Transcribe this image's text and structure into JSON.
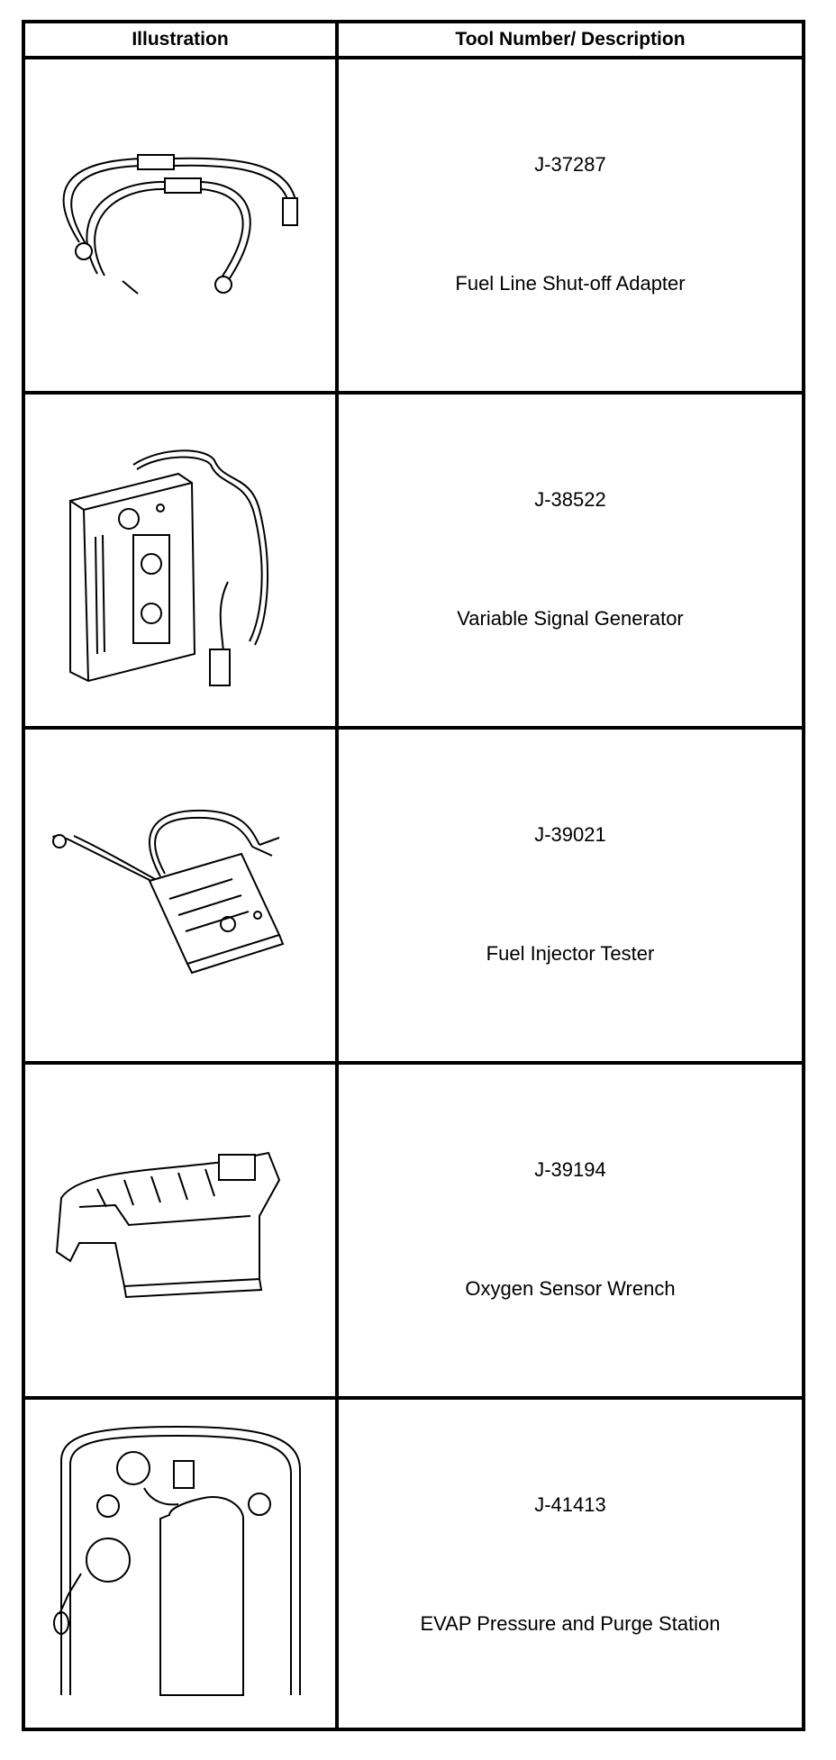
{
  "table": {
    "headers": {
      "illustration": "Illustration",
      "tool": "Tool Number/ Description"
    },
    "rows": [
      {
        "number": "J-37287",
        "description": "Fuel Line Shut-off Adapter",
        "icon": "fuel-line-adapter-icon"
      },
      {
        "number": "J-38522",
        "description": "Variable Signal Generator",
        "icon": "signal-generator-icon"
      },
      {
        "number": "J-39021",
        "description": "Fuel Injector Tester",
        "icon": "injector-tester-icon"
      },
      {
        "number": "J-39194",
        "description": "Oxygen Sensor Wrench",
        "icon": "oxygen-wrench-icon"
      },
      {
        "number": "J-41413",
        "description": "EVAP Pressure and Purge Station",
        "icon": "evap-station-icon"
      }
    ]
  }
}
